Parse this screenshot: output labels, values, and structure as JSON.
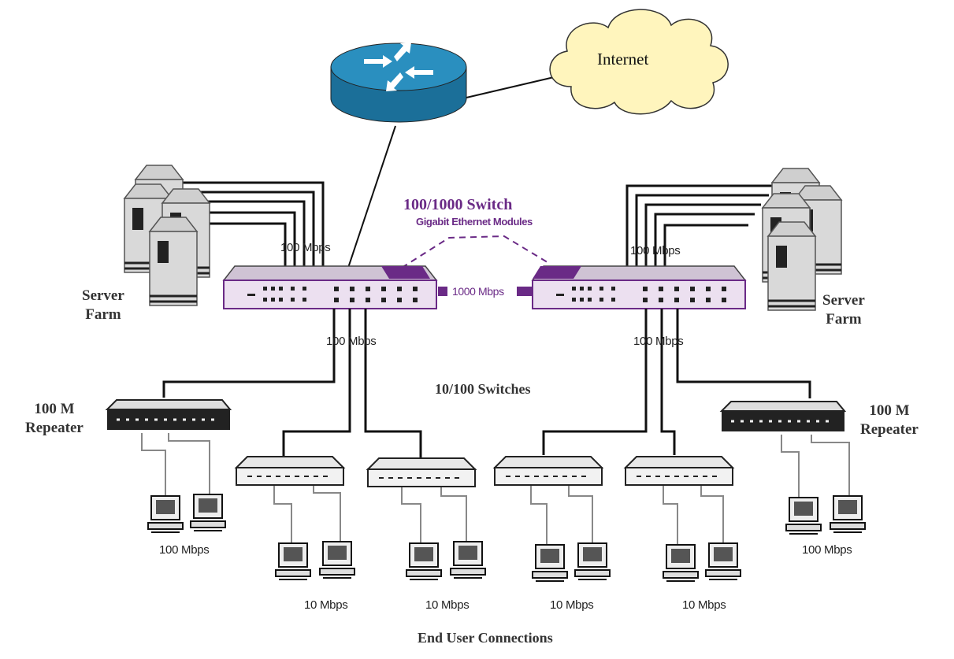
{
  "colors": {
    "router": "#2a8fbf",
    "cloud": "#fff5bd",
    "core_switch": "#ece0f0",
    "accent": "#6a2a86",
    "device_fill": "#eeeeee",
    "cable": "#111111",
    "pc_cable": "#888888"
  },
  "nodes": {
    "internet": "Internet",
    "core_switch_title": "100/1000 Switch",
    "core_switch_subtitle": "Gigabit Ethernet Modules",
    "uplink_speed": "1000 Mbps",
    "server_farm_left": [
      "Server",
      "Farm"
    ],
    "server_farm_right": [
      "Server",
      "Farm"
    ],
    "repeater_left": [
      "100 M",
      "Repeater"
    ],
    "repeater_right": [
      "100 M",
      "Repeater"
    ],
    "access_switches": "10/100 Switches",
    "end_users": "End User Connections"
  },
  "speeds": {
    "server_left": "100 Mbps",
    "server_right": "100 Mbps",
    "down_left": "100 Mbps",
    "down_right": "100 Mbps",
    "users_left": "100 Mbps",
    "users_right": "100 Mbps",
    "users_10_1": "10 Mbps",
    "users_10_2": "10 Mbps",
    "users_10_3": "10 Mbps",
    "users_10_4": "10 Mbps"
  }
}
